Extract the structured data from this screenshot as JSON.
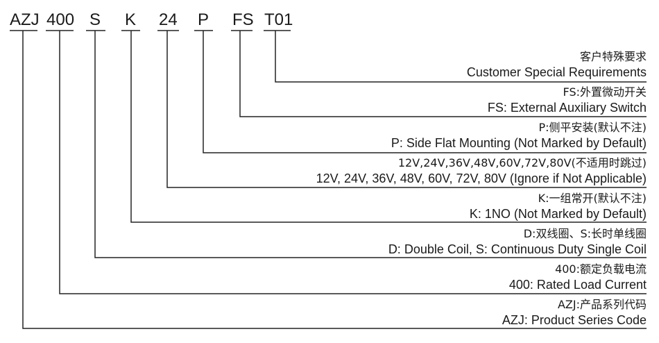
{
  "model_code": {
    "segments": [
      "AZJ",
      "400",
      "S",
      "K",
      "24",
      "P",
      "FS",
      "T01"
    ]
  },
  "descriptions": [
    {
      "cn": "客户特殊要求",
      "en": "Customer Special Requirements"
    },
    {
      "cn": "FS:外置微动开关",
      "en": "FS: External Auxiliary Switch"
    },
    {
      "cn": "P:侧平安装(默认不注)",
      "en": "P: Side Flat Mounting (Not Marked by Default)"
    },
    {
      "cn": "12V,24V,36V,48V,60V,72V,80V(不适用时跳过)",
      "en": "12V, 24V, 36V, 48V, 60V, 72V, 80V (Ignore if Not Applicable)"
    },
    {
      "cn": "K:一组常开(默认不注)",
      "en": "K: 1NO (Not Marked by Default)"
    },
    {
      "cn": "D:双线圈、S:长时单线圈",
      "en": "D: Double Coil, S: Continuous Duty Single Coil"
    },
    {
      "cn": "400:额定负载电流",
      "en": "400: Rated Load Current"
    },
    {
      "cn": "AZJ:产品系列代码",
      "en": "AZJ: Product Series Code"
    }
  ]
}
